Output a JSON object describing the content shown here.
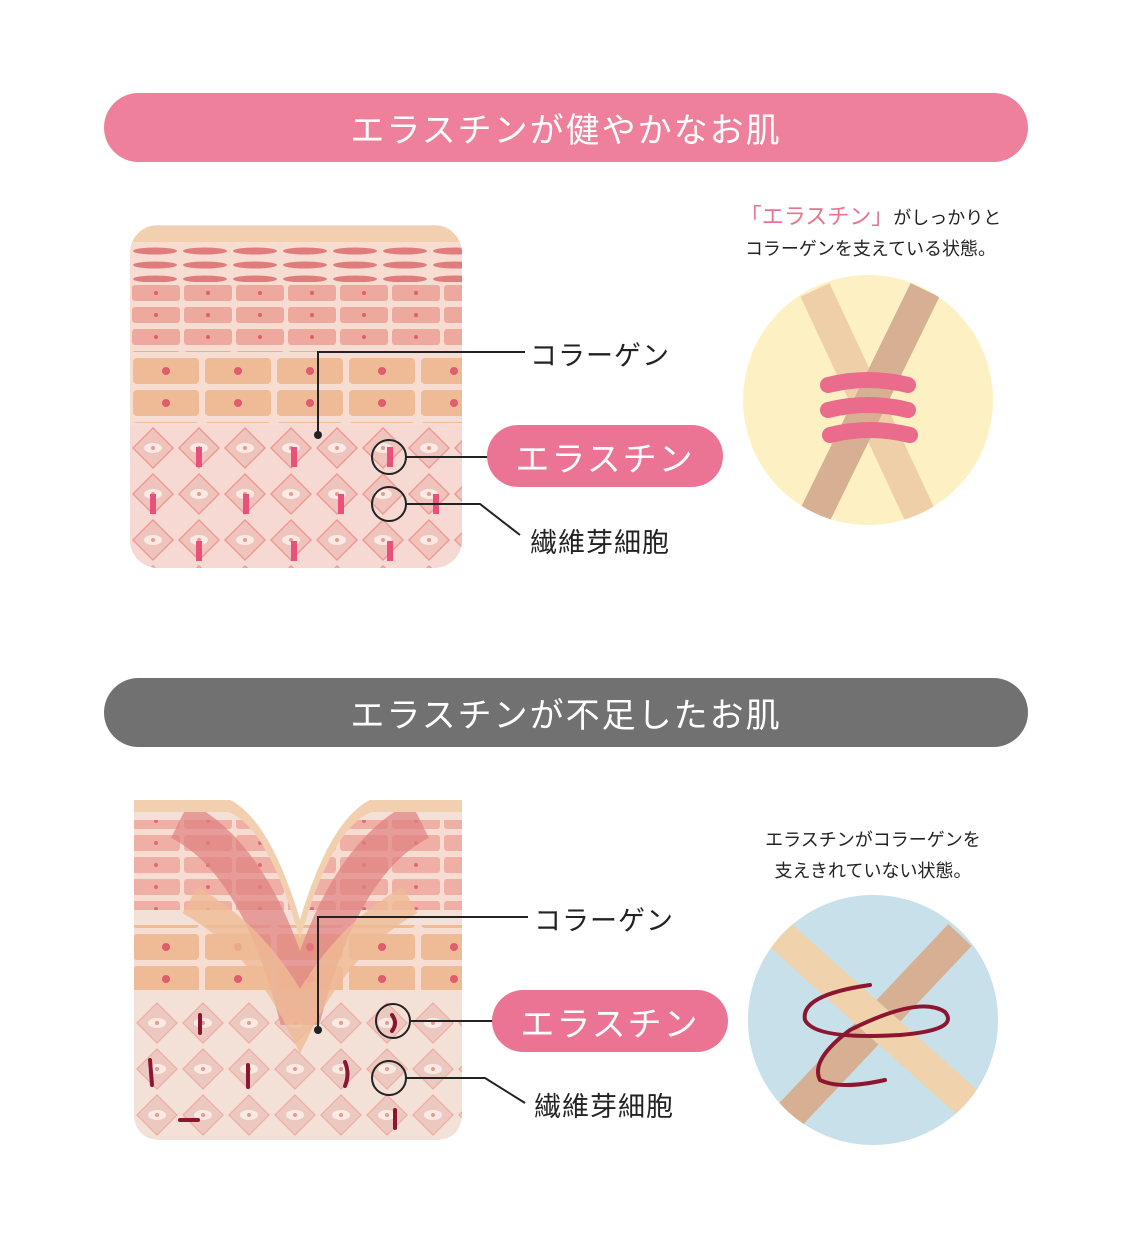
{
  "healthy": {
    "title": "エラスチンが健やかなお肌",
    "caption_highlight": "「エラスチン」",
    "caption_rest_line1": "がしっかりと",
    "caption_line2": "コラーゲンを支えている状態。",
    "label_collagen": "コラーゲン",
    "label_elastin": "エラスチン",
    "label_fibroblast": "繊維芽細胞"
  },
  "deficient": {
    "title": "エラスチンが不足したお肌",
    "caption_line1": "エラスチンがコラーゲンを",
    "caption_line2": "支えきれていない状態。",
    "label_collagen": "コラーゲン",
    "label_elastin": "エラスチン",
    "label_fibroblast": "繊維芽細胞"
  },
  "colors": {
    "pink_header": "#ee809b",
    "gray_header": "#717171",
    "elastin_pill": "#eb7393",
    "healthy_circle": "#fdf1c4",
    "deficient_circle": "#c7e0ea"
  }
}
